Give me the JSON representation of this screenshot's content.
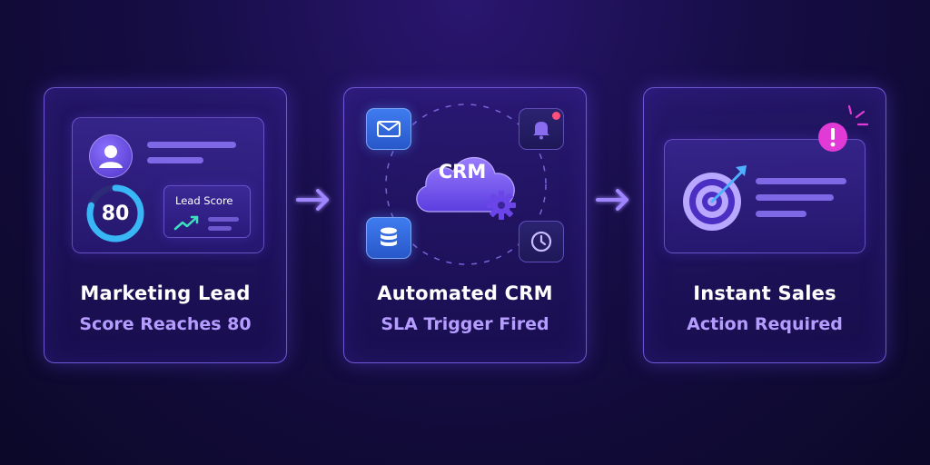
{
  "steps": [
    {
      "title": "Marketing Lead",
      "subtitle": "Score Reaches 80",
      "score_value": "80",
      "score_fraction": 0.8,
      "lead_score_label": "Lead Score",
      "icons": [
        "user-avatar-icon",
        "trend-up-icon"
      ]
    },
    {
      "title": "Automated CRM",
      "subtitle": "SLA Trigger Fired",
      "cloud_label": "CRM",
      "icons": [
        "mail-icon",
        "bell-icon",
        "database-icon",
        "clock-icon",
        "gear-icon",
        "cloud-icon"
      ]
    },
    {
      "title": "Instant Sales",
      "subtitle": "Action Required",
      "icons": [
        "target-icon",
        "alert-icon"
      ]
    }
  ],
  "colors": {
    "accent": "#8c6cff",
    "subtitle": "#b59cff",
    "ring": "#38b6f5",
    "trend": "#3fe0c0",
    "alert": "#e23ad6",
    "notification_dot": "#ff4f7a"
  }
}
